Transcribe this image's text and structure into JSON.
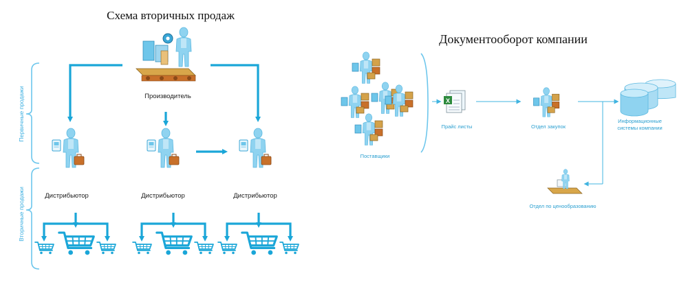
{
  "left_diagram": {
    "title": "Схема вторичных продаж",
    "manufacturer_label": "Производитель",
    "distributor_label": "Дистрибьютор",
    "primary_sales_label": "Первичные продажи",
    "secondary_sales_label": "Вторичные продажи"
  },
  "right_diagram": {
    "title": "Документооборот компании",
    "suppliers_label": "Поставщики",
    "price_lists_label": "Прайс листы",
    "purchasing_label": "Отдел закупок",
    "info_systems_label_line1": "Информационные",
    "info_systems_label_line2": "системы компании",
    "pricing_label": "Отдел по ценообразованию"
  },
  "colors": {
    "accent": "#1aa6d8",
    "person_fill": "#8fd3f0",
    "person_shade": "#5bb8e0",
    "bag": "#c8702a",
    "bracket": "#6cc6ec"
  }
}
